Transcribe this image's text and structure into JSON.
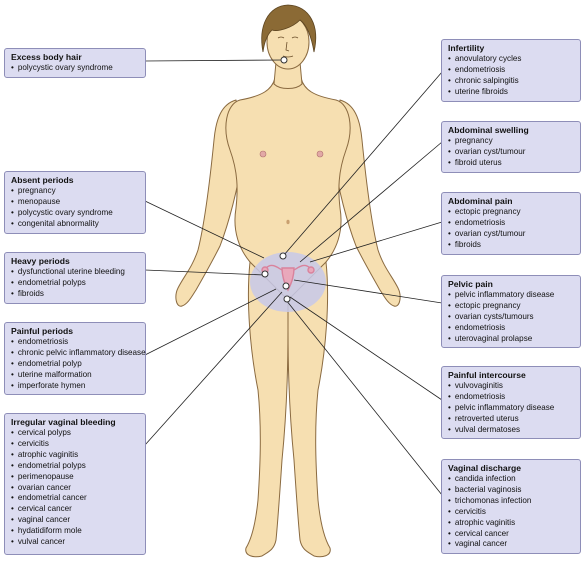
{
  "boxes": {
    "excess_body_hair": {
      "title": "Excess body hair",
      "items": [
        "polycystic ovary syndrome"
      ]
    },
    "absent_periods": {
      "title": "Absent periods",
      "items": [
        "pregnancy",
        "menopause",
        "polycystic ovary syndrome",
        "congenital abnormality"
      ]
    },
    "heavy_periods": {
      "title": "Heavy periods",
      "items": [
        "dysfunctional uterine bleeding",
        "endometrial polyps",
        "fibroids"
      ]
    },
    "painful_periods": {
      "title": "Painful periods",
      "items": [
        "endometriosis",
        "chronic pelvic inflammatory disease",
        "endometrial polyp",
        "uterine malformation",
        "imperforate hymen"
      ]
    },
    "irregular_bleeding": {
      "title": "Irregular vaginal bleeding",
      "items": [
        "cervical polyps",
        "cervicitis",
        "atrophic vaginitis",
        "endometrial polyps",
        "perimenopause",
        "ovarian cancer",
        "endometrial cancer",
        "cervical cancer",
        "vaginal cancer",
        "hydatidiform mole",
        "vulval cancer"
      ]
    },
    "infertility": {
      "title": "Infertility",
      "items": [
        "anovulatory cycles",
        "endometriosis",
        "chronic salpingitis",
        "uterine fibroids"
      ]
    },
    "abdominal_swelling": {
      "title": "Abdominal swelling",
      "items": [
        "pregnancy",
        "ovarian cyst/tumour",
        "fibroid uterus"
      ]
    },
    "abdominal_pain": {
      "title": "Abdominal pain",
      "items": [
        "ectopic pregnancy",
        "endometriosis",
        "ovarian cyst/tumour",
        "fibroids"
      ]
    },
    "pelvic_pain": {
      "title": "Pelvic pain",
      "items": [
        "pelvic inflammatory disease",
        "ectopic pregnancy",
        "ovarian cysts/tumours",
        "endometriosis",
        "uterovaginal prolapse"
      ]
    },
    "painful_intercourse": {
      "title": "Painful intercourse",
      "items": [
        "vulvovaginitis",
        "endometriosis",
        "pelvic inflammatory disease",
        "retroverted uterus",
        "vulval dermatoses"
      ]
    },
    "vaginal_discharge": {
      "title": "Vaginal discharge",
      "items": [
        "candida infection",
        "bacterial vaginosis",
        "trichomonas infection",
        "cervicitis",
        "atrophic vaginitis",
        "cervical cancer",
        "vaginal cancer"
      ]
    }
  },
  "colors": {
    "box_fill": "#dcdcf1",
    "box_border": "#8e8eb8",
    "skin": "#f6dfb1",
    "skin_outline": "#8a6a40",
    "hair": "#8b6a35",
    "pelvic_highlight": "#c7c9ea",
    "organ": "#d9829c"
  }
}
